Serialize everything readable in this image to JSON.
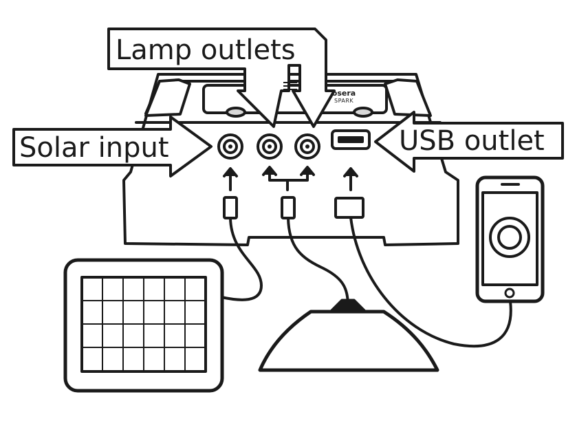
{
  "labels": {
    "lamp_outlets": "Lamp outlets",
    "solar_input": "Solar input",
    "usb_outlet": "USB outlet"
  },
  "device": {
    "brand": "fosera",
    "model": "SPARK"
  },
  "colors": {
    "ink": "#1a1a1a",
    "paper": "#ffffff",
    "shade": "#d9d9d9"
  },
  "icons": [
    "solar-panel-icon",
    "pendant-lamp-icon",
    "smartphone-icon",
    "barrel-jack-icon",
    "usb-port-icon",
    "plug-icon"
  ]
}
